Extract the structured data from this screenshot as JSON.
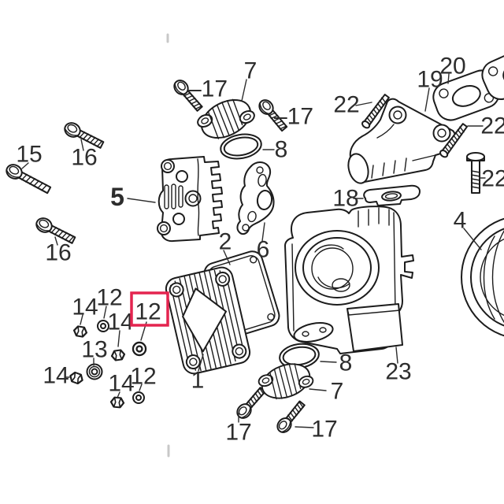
{
  "diagram": {
    "type": "exploded-parts-diagram",
    "background_color": "#ffffff",
    "line_color": "#1c1c1c",
    "label_color": "#2d2d2d",
    "labels": [
      "7",
      "–17",
      "–17",
      "8",
      "15",
      "16",
      "16",
      "5",
      "2",
      "6",
      "19",
      "20",
      "22",
      "22",
      "22",
      "4",
      "18",
      "23",
      "8",
      "7",
      "17",
      "17",
      "1",
      "14",
      "12",
      "14",
      "12",
      "13",
      "14",
      "14",
      "12"
    ],
    "highlight": {
      "color": "#e4244f",
      "label": "12"
    }
  }
}
